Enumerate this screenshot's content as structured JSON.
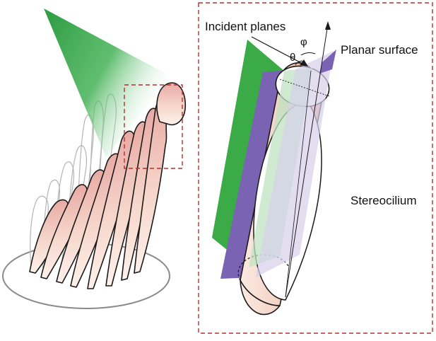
{
  "labels": {
    "incident_planes": "Incident planes",
    "planar_surface": "Planar surface",
    "stereocilium": "Stereocilium",
    "theta": "θ",
    "phi": "φ"
  },
  "colors": {
    "green_plane": "#3aab47",
    "light_green_plane": "#bfe3c2",
    "purple_plane": "#7b63b4",
    "light_purple_plane": "#d6d0ea",
    "cilium_fill_top": "#fdf1ea",
    "cilium_fill_bottom": "#e8b0a6",
    "outline": "#1a1a1a",
    "dashed_box": "#b8312f",
    "base_outline": "#888888",
    "ghost_outline": "#b0b0b0"
  }
}
